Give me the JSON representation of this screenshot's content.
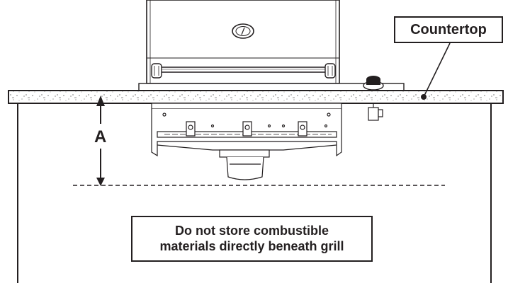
{
  "labels": {
    "countertop": "Countertop",
    "dimension": "A",
    "warning_line1": "Do not store combustible",
    "warning_line2": "materials directly beneath grill"
  },
  "colors": {
    "ink": "#231f20",
    "background": "#ffffff"
  }
}
